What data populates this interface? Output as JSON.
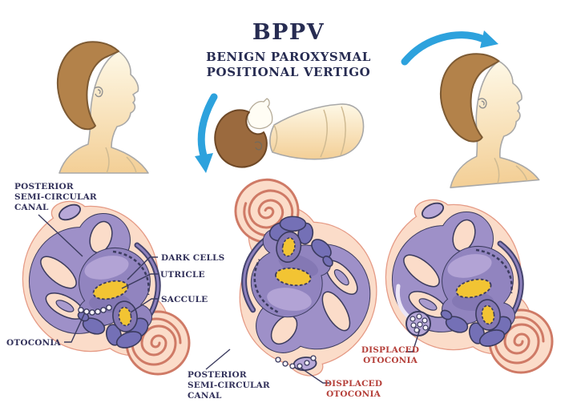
{
  "title": {
    "main": "BPPV",
    "subtitle": "BENIGN PAROXYSMAL\nPOSITIONAL VERTIGO"
  },
  "labels": {
    "posterior_canal_left": "POSTERIOR\nSEMI-CIRCULAR\nCANAL",
    "dark_cells": "DARK CELLS",
    "utricle": "UTRICLE",
    "saccule": "SACCULE",
    "otoconia": "OTOCONIA",
    "posterior_canal_middle": "POSTERIOR\nSEMI-CIRCULAR\nCANAL",
    "displaced_otoconia_middle": "DISPLACED\nOTOCONIA",
    "displaced_otoconia_right": "DISPLACED\nOTOCONIA"
  },
  "colors": {
    "label_navy": "#32315a",
    "label_red": "#b5403a",
    "arrow_blue": "#2da2dd",
    "canal_purple": "#9e90c8",
    "vestibule_purple": "#9184bf",
    "accent_violet": "#7470b6",
    "labyrinth_peach": "#fbdcc9",
    "outline_pink": "#e59a85",
    "cochlea_outline": "#cf7a66",
    "macula_yellow": "#f2c433",
    "hair_brown": "#b3824a",
    "hair_brown_dark": "#9b6a3e"
  }
}
